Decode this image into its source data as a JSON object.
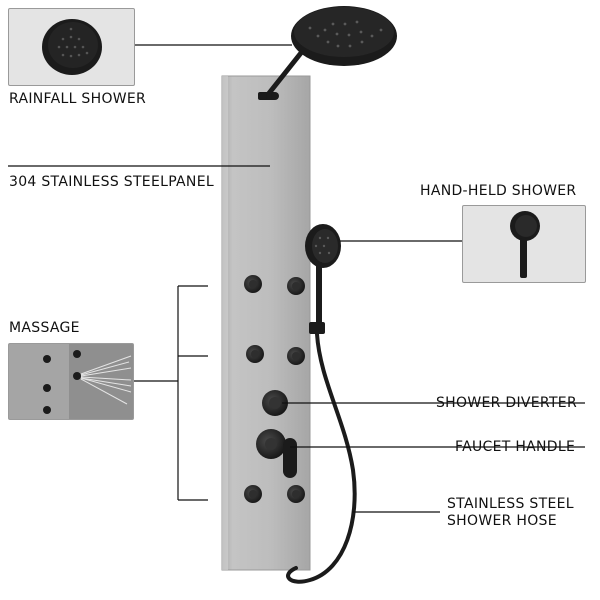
{
  "labels": {
    "rainfall_shower": "RAINFALL SHOWER",
    "panel": "304 STAINLESS STEELPANEL",
    "hand_held_shower": "HAND-HELD SHOWER",
    "massage": "MASSAGE",
    "shower_diverter": "SHOWER DIVERTER",
    "faucet_handle": "FAUCET HANDLE",
    "hose_line1": "STAINLESS STEEL",
    "hose_line2": "SHOWER HOSE"
  },
  "colors": {
    "background": "#ffffff",
    "panel": "#b9b9b9",
    "fixtures": "#1b1b1b",
    "inset_background": "#e4e4e4",
    "leader_lines": "#111111"
  },
  "icons": {
    "rainfall_inset": "rainfall-shower-head-icon",
    "handheld_inset": "handheld-shower-icon",
    "massage_inset": "massage-jets-icon"
  }
}
